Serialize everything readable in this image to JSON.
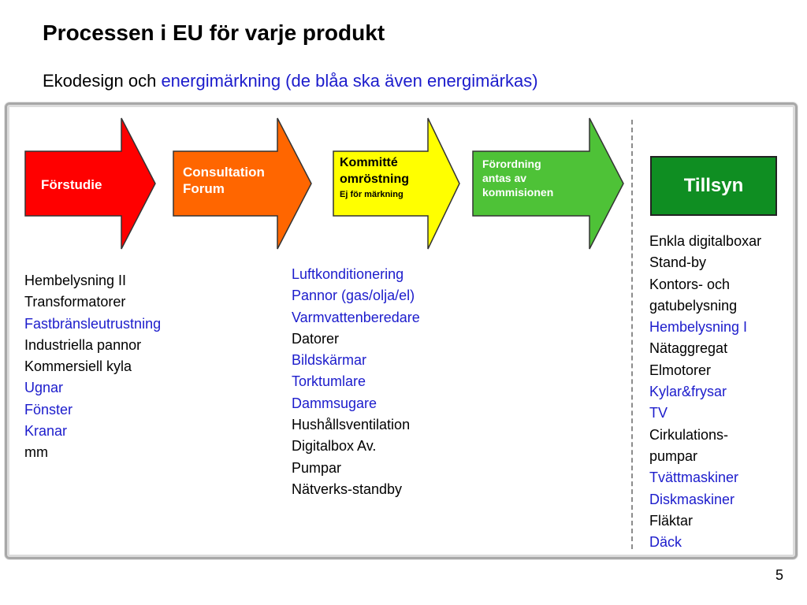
{
  "title": "Processen i EU för varje produkt",
  "subtitle": {
    "prefix": "Ekodesign och ",
    "highlight": "energimärkning (de blåa ska även energimärkas)"
  },
  "colors": {
    "forstudie": "#ff0000",
    "consultation": "#ff6600",
    "kommitte": "#ffff00",
    "forordning": "#4ec237",
    "tillsyn": "#0f8e22",
    "blue_text": "#1c1ccc"
  },
  "steps": [
    {
      "label": "Förstudie"
    },
    {
      "label_line1": "Consultation",
      "label_line2": "Forum"
    },
    {
      "label_line1": "Kommitté",
      "label_line2": "omröstning",
      "note": "Ej för märkning"
    },
    {
      "label_line1": "Förordning",
      "label_line2": "antas av",
      "label_line3": "kommisionen"
    },
    {
      "label": "Tillsyn"
    }
  ],
  "lists": {
    "forstudie": [
      {
        "text": "Hembelysning II",
        "blue": false
      },
      {
        "text": "Transformatorer",
        "blue": false
      },
      {
        "text": "Fastbränsleutrustning",
        "blue": true
      },
      {
        "text": "Industriella pannor",
        "blue": false
      },
      {
        "text": "Kommersiell kyla",
        "blue": false
      },
      {
        "text": "Ugnar",
        "blue": true
      },
      {
        "text": "Fönster",
        "blue": true
      },
      {
        "text": "Kranar",
        "blue": true
      },
      {
        "text": "mm",
        "blue": false
      }
    ],
    "kommitte": [
      {
        "text": "Luftkonditionering",
        "blue": true
      },
      {
        "text": "Pannor (gas/olja/el)",
        "blue": true
      },
      {
        "text": "Varmvattenberedare",
        "blue": true
      },
      {
        "text": "Datorer",
        "blue": false
      },
      {
        "text": "Bildskärmar",
        "blue": true
      },
      {
        "text": "Torktumlare",
        "blue": true
      },
      {
        "text": "Dammsugare",
        "blue": true
      },
      {
        "text": "Hushållsventilation",
        "blue": false
      },
      {
        "text": "Digitalbox Av.",
        "blue": false
      },
      {
        "text": "Pumpar",
        "blue": false
      },
      {
        "text": "Nätverks-standby",
        "blue": false
      }
    ],
    "tillsyn": [
      {
        "text": "Enkla digitalboxar",
        "blue": false
      },
      {
        "text": "Stand-by",
        "blue": false
      },
      {
        "text": "Kontors- och",
        "blue": false
      },
      {
        "text": "gatubelysning",
        "blue": false
      },
      {
        "text": "Hembelysning I",
        "blue": true
      },
      {
        "text": "Nätaggregat",
        "blue": false
      },
      {
        "text": "Elmotorer",
        "blue": false
      },
      {
        "text": "Kylar&frysar",
        "blue": true
      },
      {
        "text": "TV",
        "blue": true
      },
      {
        "text": "Cirkulations-",
        "blue": false
      },
      {
        "text": "pumpar",
        "blue": false
      },
      {
        "text": "Tvättmaskiner",
        "blue": true
      },
      {
        "text": "Diskmaskiner",
        "blue": true
      },
      {
        "text": "Fläktar",
        "blue": false
      },
      {
        "text": "Däck",
        "blue": true
      }
    ]
  },
  "page_number": "5"
}
